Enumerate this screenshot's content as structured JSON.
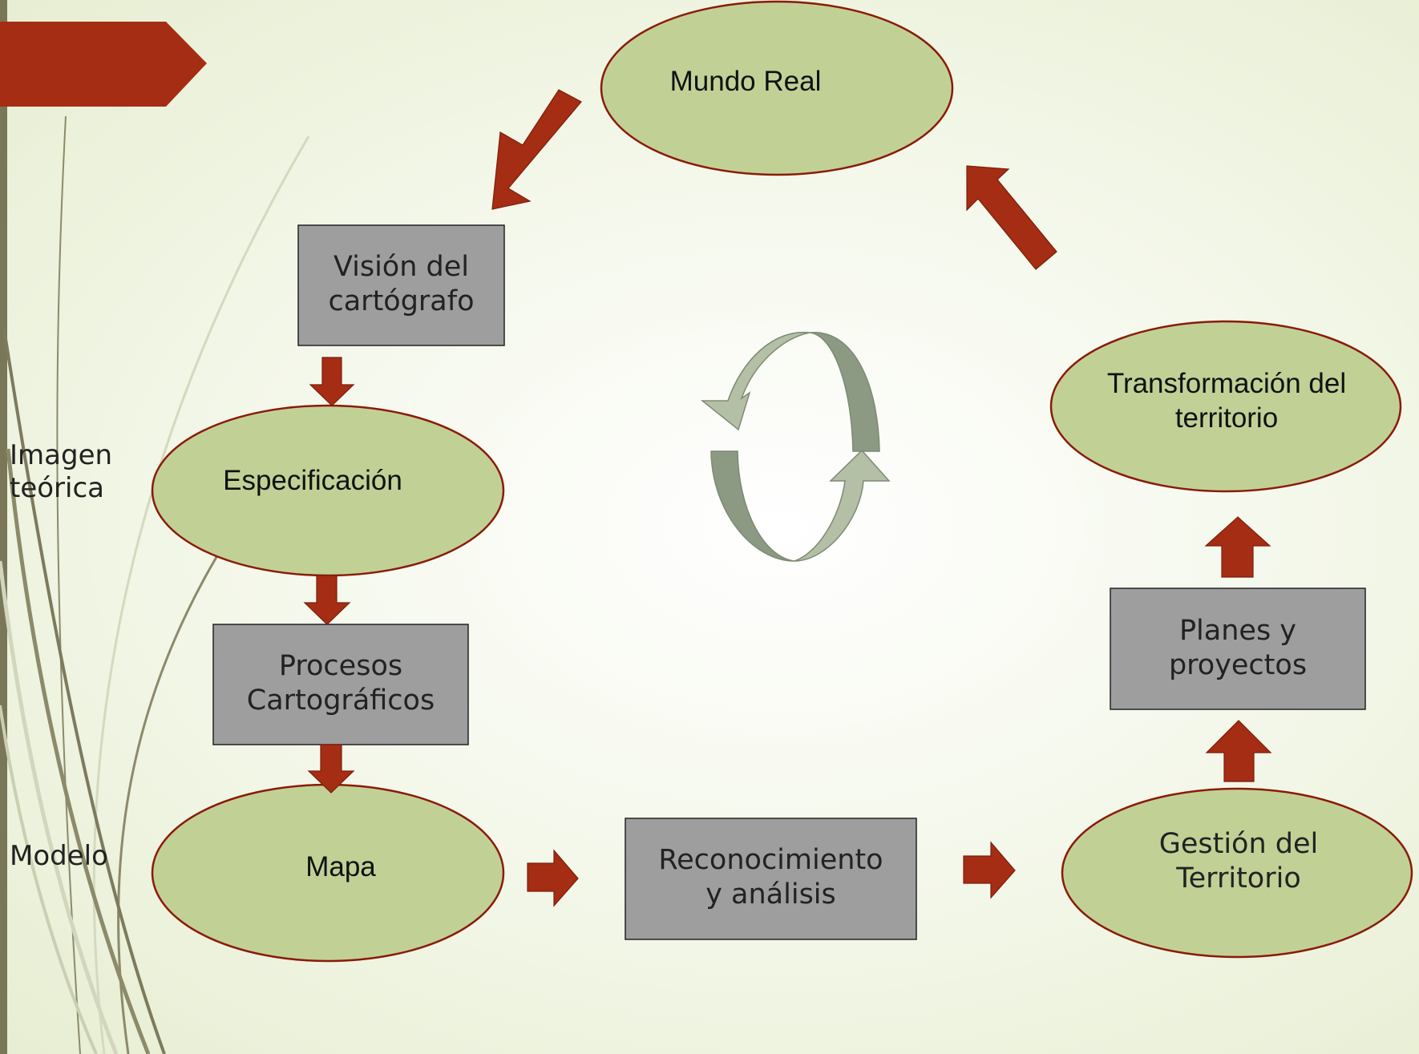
{
  "diagram": {
    "nodes": {
      "mundo_real": "Mundo Real",
      "vision": "Visión del\ncartógrafo",
      "especificacion": "Especificación",
      "procesos": "Procesos\nCartográficos",
      "mapa": "Mapa",
      "reconocimiento": "Reconocimiento\ny análisis",
      "gestion": "Gestión del\nTerritorio",
      "planes": "Planes y\nproyectos",
      "transformacion": "Transformación del\nterritorio"
    },
    "side_labels": {
      "imagen": "Imagen\nteórica",
      "modelo": "Modelo"
    }
  },
  "colors": {
    "ellipse_fill": "#c1d196",
    "ellipse_stroke": "#8b1a0a",
    "rect_fill": "#9e9e9e",
    "arrow": "#a52d13",
    "cycle_light": "#b4c0a6",
    "cycle_dark": "#8c9a84",
    "banner": "#a52d13",
    "left_bar": "#7a7658"
  }
}
